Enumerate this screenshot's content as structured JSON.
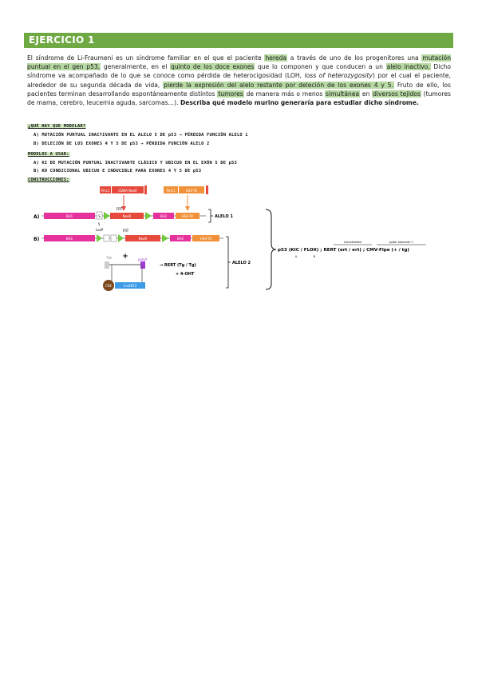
{
  "exercise": {
    "title": "EJERCICIO 1"
  },
  "paragraph": {
    "p1": "El síndrome de Li-Fraumeni es un síndrome familiar en el que el paciente ",
    "h1": "hereda",
    "p2": " a través de uno de los progenitores una ",
    "h2": "mutación puntual en el gen p53,",
    "p3": " generalmente, en el ",
    "h3": "quinto de los doce exones",
    "p4": " que lo componen y que conducen a un ",
    "h4": "alelo inactivo.",
    "p5": " Dicho síndrome va acompañado de lo que se conoce como pérdida de heterocigosidad (LOH, ",
    "i1": "loss of heterozygosity",
    "p6": ") por el cual el paciente, alrededor de su segunda década de vida, ",
    "h5": "pierde la expresión del alelo restante por deleción de los exones 4 y 5.",
    "p7": " Fruto de ello, los pacientes terminan desarrollando espontáneamente distintos ",
    "h6": "tumores",
    "p8": " de manera más o menos ",
    "h7": "simultánea",
    "p9": " en ",
    "h8": "diversos tejidos",
    "p10": " (tumores de mama, cerebro, leucemia aguda, sarcomas…). ",
    "b1": "Describa qué modelo murino generaría para estudiar dicho síndrome."
  },
  "notes": {
    "q1": "¿QUÉ HAY QUE MODELAR?",
    "a": "A) MUTACIÓN PUNTUAL INACTIVANTE EN EL ALELO 5 DE p53 → PÉRDIDA FUNCIÓN ALELO 1",
    "b": "B) DELECIÓN DE LOS EXONES 4 Y 5 DE p53 → PÉRDIDA FUNCIÓN ALELO 2",
    "q2": "MODELOS A USAR:",
    "m_a": "A) KI DE MUTACIÓN PUNTUAL INACTIVANTE CLÁSICO Y UBICUO EN EL EXÓN 5 DE p53",
    "m_b": "B) KO CONDICIONAL UBICUO E INDUCIBLE PARA EXONES 4 Y 5 DE p53",
    "q3": "CONSTRUCCIONES:"
  },
  "diagram": {
    "row_a_label": "A)",
    "row_b_label": "B)",
    "top_left_box": "Pmc1",
    "top_left_text": "CDNA NeoR",
    "top_right_box": "Pmc1",
    "top_right_text": "HSV-TK",
    "hr1": "BH1",
    "hr2": "BH2",
    "neo": "NeoR",
    "tk": "HSV-TK",
    "frt": "FRT",
    "loxp": "LoxP",
    "small_s": "5",
    "small_box": "S",
    "allele1": "ALELO 1",
    "allele2": "ALELO 2",
    "ubiq": "Tbk",
    "polya": "polyA",
    "cre": "CRE",
    "ert": "CreERT2",
    "plus": "+",
    "ert_note": "→ RERT (Tg / Tg)",
    "ohtnote": "+ 4-OHT",
    "cross_main": "p53 (KIC / FLOX) ; RERT (ert / ert) ; CMV-Flpe (+ / tg)",
    "cross_a": "A",
    "cross_b": "B",
    "small_over1": "inducibilidad",
    "small_over2": "quitar selección +"
  },
  "colors": {
    "banner": "#6ea943",
    "highlight": "#b7d9a3",
    "magenta": "#e6329c",
    "green": "#72c83e",
    "red": "#e64a3c",
    "orange": "#f1923b",
    "purple": "#a23ad9",
    "brown": "#7a4a1e",
    "blue": "#3c9be6"
  }
}
